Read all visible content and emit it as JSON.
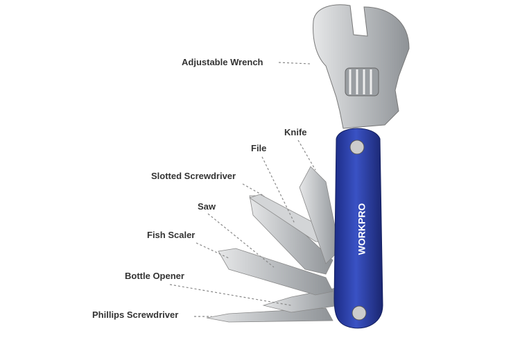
{
  "brand": "WORKPRO",
  "labels": {
    "adjustable_wrench": "Adjustable Wrench",
    "knife": "Knife",
    "file": "File",
    "slotted_screwdriver": "Slotted Screwdriver",
    "saw": "Saw",
    "fish_scaler": "Fish Scaler",
    "bottle_opener": "Bottle Opener",
    "phillips_screwdriver": "Phillips Screwdriver"
  },
  "colors": {
    "handle": "#2b3fa3",
    "steel": "#c4c6c8",
    "text": "#333333"
  }
}
